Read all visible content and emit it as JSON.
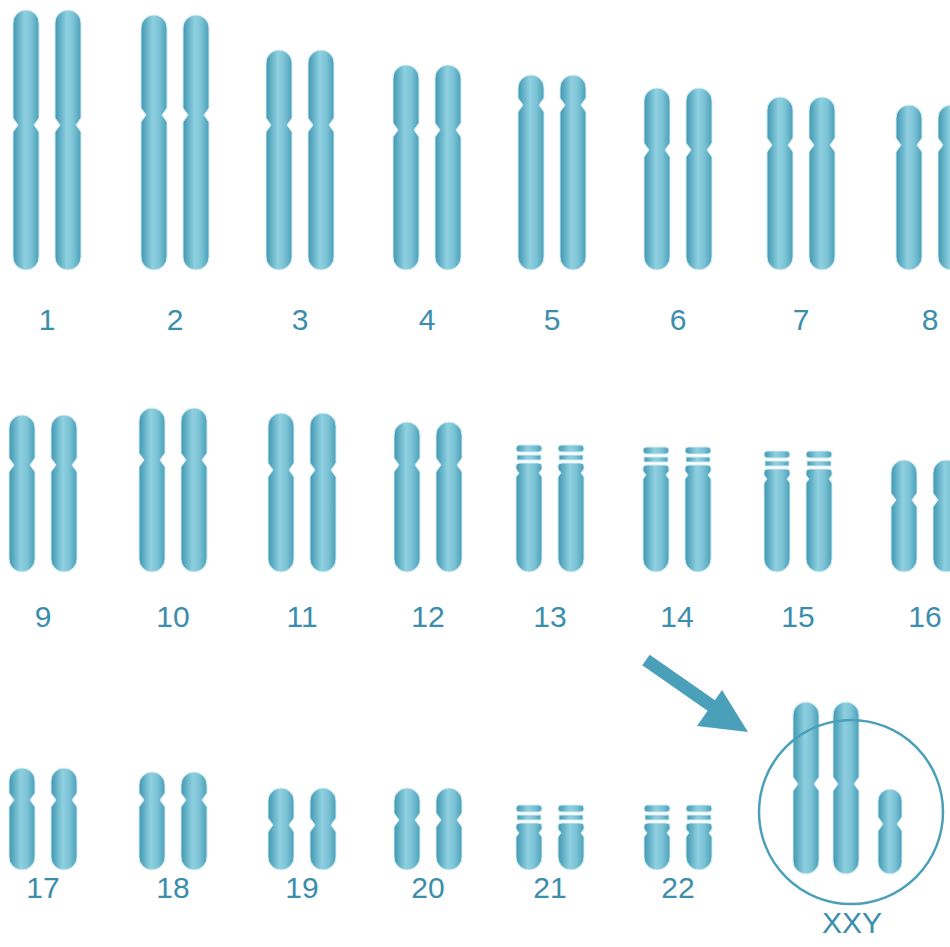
{
  "diagram": {
    "nodes": [
      {
        "text": [
          "XXY"
        ]
      }
    ],
    "labels": [
      "1",
      "2",
      "3",
      "4",
      "5",
      "6",
      "7",
      "8",
      "9",
      "10",
      "11",
      "12",
      "13",
      "14",
      "15",
      "16",
      "17",
      "18",
      "19",
      "20",
      "21",
      "22"
    ]
  }
}
